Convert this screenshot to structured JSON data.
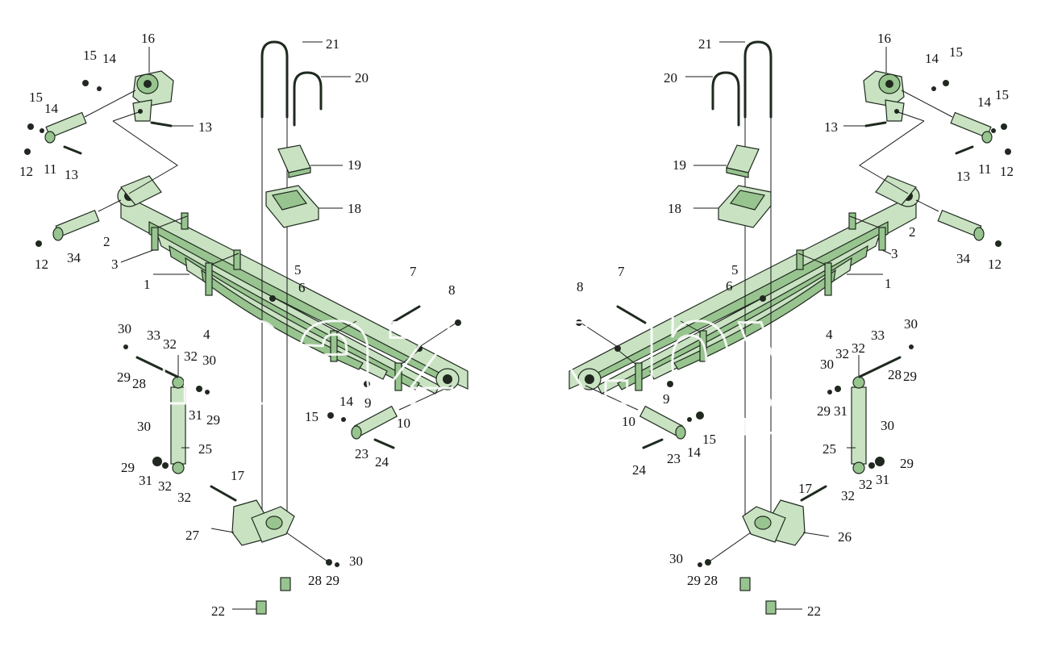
{
  "colors": {
    "background": "#ffffff",
    "part_fill": "#c9e3c2",
    "part_shade": "#98c48f",
    "outline": "#1f2a1f"
  },
  "watermark": "mazik.by",
  "callouts": {
    "left": [
      {
        "id": "l-16",
        "text": "16"
      },
      {
        "id": "l-15a",
        "text": "15"
      },
      {
        "id": "l-14a",
        "text": "14"
      },
      {
        "id": "l-15b",
        "text": "15"
      },
      {
        "id": "l-14b",
        "text": "14"
      },
      {
        "id": "l-13a",
        "text": "13"
      },
      {
        "id": "l-12a",
        "text": "12"
      },
      {
        "id": "l-11",
        "text": "11"
      },
      {
        "id": "l-13b",
        "text": "13"
      },
      {
        "id": "l-2",
        "text": "2"
      },
      {
        "id": "l-12b",
        "text": "12"
      },
      {
        "id": "l-34",
        "text": "34"
      },
      {
        "id": "l-3",
        "text": "3"
      },
      {
        "id": "l-1",
        "text": "1"
      },
      {
        "id": "l-21",
        "text": "21"
      },
      {
        "id": "l-20",
        "text": "20"
      },
      {
        "id": "l-19",
        "text": "19"
      },
      {
        "id": "l-18",
        "text": "18"
      },
      {
        "id": "l-5",
        "text": "5"
      },
      {
        "id": "l-6",
        "text": "6"
      },
      {
        "id": "l-7",
        "text": "7"
      },
      {
        "id": "l-8",
        "text": "8"
      },
      {
        "id": "l-4",
        "text": "4"
      },
      {
        "id": "l-9",
        "text": "9"
      },
      {
        "id": "l-30a",
        "text": "30"
      },
      {
        "id": "l-33",
        "text": "33"
      },
      {
        "id": "l-32a",
        "text": "32"
      },
      {
        "id": "l-32b",
        "text": "32"
      },
      {
        "id": "l-30b",
        "text": "30"
      },
      {
        "id": "l-29a",
        "text": "29"
      },
      {
        "id": "l-28a",
        "text": "28"
      },
      {
        "id": "l-31a",
        "text": "31"
      },
      {
        "id": "l-29b",
        "text": "29"
      },
      {
        "id": "l-15c",
        "text": "15"
      },
      {
        "id": "l-14c",
        "text": "14"
      },
      {
        "id": "l-10",
        "text": "10"
      },
      {
        "id": "l-23",
        "text": "23"
      },
      {
        "id": "l-24",
        "text": "24"
      },
      {
        "id": "l-25",
        "text": "25"
      },
      {
        "id": "l-30c",
        "text": "30"
      },
      {
        "id": "l-29c",
        "text": "29"
      },
      {
        "id": "l-31b",
        "text": "31"
      },
      {
        "id": "l-32c",
        "text": "32"
      },
      {
        "id": "l-32d",
        "text": "32"
      },
      {
        "id": "l-17",
        "text": "17"
      },
      {
        "id": "l-27",
        "text": "27"
      },
      {
        "id": "l-30d",
        "text": "30"
      },
      {
        "id": "l-28b",
        "text": "28"
      },
      {
        "id": "l-29d",
        "text": "29"
      },
      {
        "id": "l-22",
        "text": "22"
      }
    ],
    "right": [
      {
        "id": "r-21",
        "text": "21"
      },
      {
        "id": "r-20",
        "text": "20"
      },
      {
        "id": "r-16",
        "text": "16"
      },
      {
        "id": "r-14a",
        "text": "14"
      },
      {
        "id": "r-15a",
        "text": "15"
      },
      {
        "id": "r-13a",
        "text": "13"
      },
      {
        "id": "r-14b",
        "text": "14"
      },
      {
        "id": "r-15b",
        "text": "15"
      },
      {
        "id": "r-19",
        "text": "19"
      },
      {
        "id": "r-13b",
        "text": "13"
      },
      {
        "id": "r-11",
        "text": "11"
      },
      {
        "id": "r-12a",
        "text": "12"
      },
      {
        "id": "r-18",
        "text": "18"
      },
      {
        "id": "r-2",
        "text": "2"
      },
      {
        "id": "r-34",
        "text": "34"
      },
      {
        "id": "r-12b",
        "text": "12"
      },
      {
        "id": "r-3",
        "text": "3"
      },
      {
        "id": "r-5",
        "text": "5"
      },
      {
        "id": "r-6",
        "text": "6"
      },
      {
        "id": "r-7",
        "text": "7"
      },
      {
        "id": "r-1",
        "text": "1"
      },
      {
        "id": "r-8",
        "text": "8"
      },
      {
        "id": "r-4",
        "text": "4"
      },
      {
        "id": "r-30a",
        "text": "30"
      },
      {
        "id": "r-33",
        "text": "33"
      },
      {
        "id": "r-30b",
        "text": "30"
      },
      {
        "id": "r-32a",
        "text": "32"
      },
      {
        "id": "r-32b",
        "text": "32"
      },
      {
        "id": "r-28a",
        "text": "28"
      },
      {
        "id": "r-29a",
        "text": "29"
      },
      {
        "id": "r-9",
        "text": "9"
      },
      {
        "id": "r-29b",
        "text": "29"
      },
      {
        "id": "r-31a",
        "text": "31"
      },
      {
        "id": "r-10",
        "text": "10"
      },
      {
        "id": "r-15c",
        "text": "15"
      },
      {
        "id": "r-14c",
        "text": "14"
      },
      {
        "id": "r-23",
        "text": "23"
      },
      {
        "id": "r-24",
        "text": "24"
      },
      {
        "id": "r-25",
        "text": "25"
      },
      {
        "id": "r-30c",
        "text": "30"
      },
      {
        "id": "r-29c",
        "text": "29"
      },
      {
        "id": "r-32c",
        "text": "32"
      },
      {
        "id": "r-32d",
        "text": "32"
      },
      {
        "id": "r-31b",
        "text": "31"
      },
      {
        "id": "r-17",
        "text": "17"
      },
      {
        "id": "r-26",
        "text": "26"
      },
      {
        "id": "r-30d",
        "text": "30"
      },
      {
        "id": "r-29d",
        "text": "29"
      },
      {
        "id": "r-28b",
        "text": "28"
      },
      {
        "id": "r-22",
        "text": "22"
      }
    ]
  }
}
